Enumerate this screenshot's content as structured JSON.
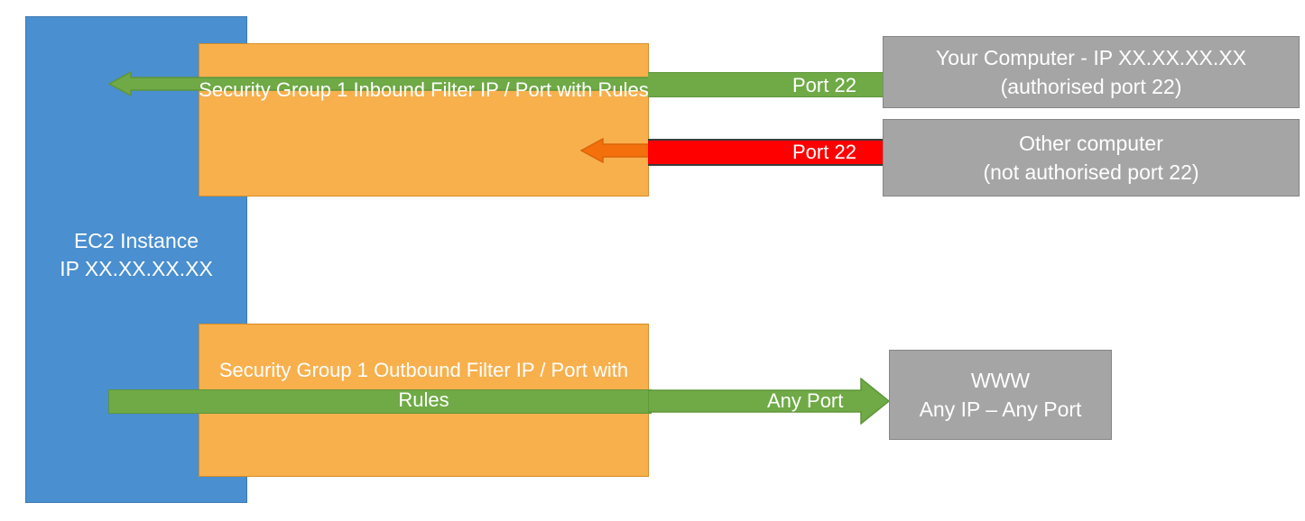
{
  "diagram": {
    "title": "AWS EC2 Security Group inbound and outbound traffic filtering",
    "colors": {
      "ec2_blue": "#4A8FCF",
      "security_group_orange": "#F8B04D",
      "allow_green": "#6FAA46",
      "block_red": "#FF0000",
      "block_arrow_orange": "#F4700C",
      "endpoint_gray": "#A5A5A5"
    }
  },
  "ec2": {
    "label": "EC2 Instance\nIP XX.XX.XX.XX"
  },
  "security_groups": {
    "inbound": {
      "name": "Security Group 1",
      "direction": "Inbound",
      "rule": "Filter IP / Port with Rules",
      "text": "Security Group 1\nInbound\nFilter IP / Port with Rules"
    },
    "outbound": {
      "name": "Security Group 1",
      "direction": "Outbound",
      "rule": "Filter IP / Port with Rules",
      "text": "Security Group 1\nOutbound\nFilter IP / Port with Rules"
    }
  },
  "connections": [
    {
      "id": "allowed-inbound",
      "port_label": "Port 22",
      "status": "allowed",
      "color": "#6FAA46",
      "direction": "right-to-left"
    },
    {
      "id": "blocked-inbound",
      "port_label": "Port 22",
      "status": "blocked",
      "color": "#FF0000",
      "direction": "right-to-left"
    },
    {
      "id": "allowed-outbound",
      "port_label": "Any Port",
      "status": "allowed",
      "color": "#6FAA46",
      "direction": "left-to-right"
    }
  ],
  "endpoints": {
    "your_computer": "Your Computer - IP XX.XX.XX.XX\n(authorised port 22)",
    "other_computer": "Other computer\n(not authorised port 22)",
    "www": "WWW\nAny IP – Any Port"
  }
}
